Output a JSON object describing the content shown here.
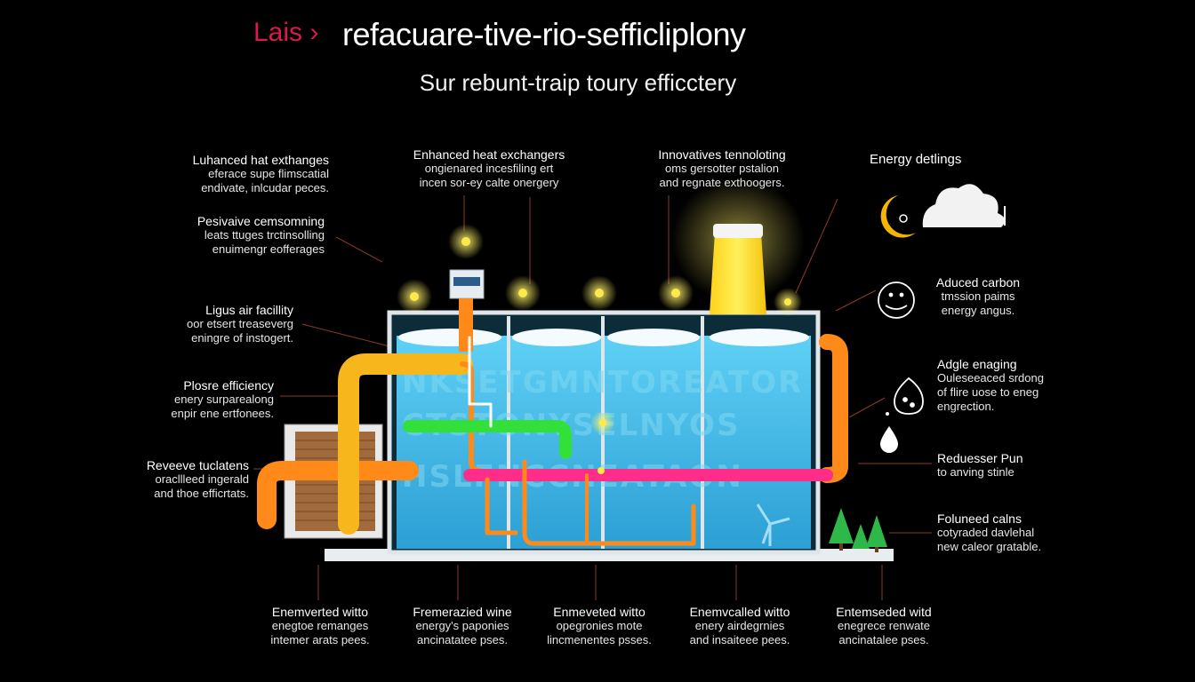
{
  "title": {
    "prefix": "Lais",
    "separator": "›",
    "main": "refacuare-tive-rio-sefficliplony"
  },
  "subtitle": "Sur rebunt-traip toury efficctery",
  "left_annotations": [
    {
      "heading": "Luhanced hat exthanges",
      "lines": [
        "eferace supe flimscatial",
        "endivate, inlcudar peces."
      ]
    },
    {
      "heading": "Pesivaive cemsomning",
      "lines": [
        "leats ttuges trctinsolling",
        "enuimengr eofferages"
      ]
    },
    {
      "heading": "Ligus air facillity",
      "lines": [
        "oor etsert treaseverg",
        "eningre of instogert."
      ]
    },
    {
      "heading": "Plosre efficiency",
      "lines": [
        "enery surparealong",
        "enpir ene ertfonees."
      ]
    },
    {
      "heading": "Reveeve tuclatens",
      "lines": [
        "oracllleed ingerald",
        "and thoe efficrtats."
      ]
    }
  ],
  "top_annotations": [
    {
      "heading": "Enhanced heat exchangers",
      "lines": [
        "ongienared incesfiling ert",
        "incen sor-ey calte onergery"
      ]
    },
    {
      "heading": "Innovatives tennoloting",
      "lines": [
        "oms gersotter pstalion",
        "and regnate exthoogers."
      ]
    }
  ],
  "right_annotations": [
    {
      "heading": "Energy detlings",
      "lines": []
    },
    {
      "heading": "Aduced carbon",
      "lines": [
        "tmssion paims",
        "energy angus."
      ]
    },
    {
      "heading": "Adgle enaging",
      "lines": [
        "Ouleseeaced srdong",
        "of flire uose to eneg",
        "engrection."
      ]
    },
    {
      "heading": "Reduesser Pun",
      "lines": [
        "to anving stinle"
      ]
    },
    {
      "heading": "Foluneed calns",
      "lines": [
        "cotyraded davlehal",
        "new caleor gratable."
      ]
    }
  ],
  "bottom_annotations": [
    {
      "heading": "Enemverted witto",
      "lines": [
        "enegtoe remanges",
        "intemer arats pees."
      ]
    },
    {
      "heading": "Fremerazied wine",
      "lines": [
        "energy's paponies",
        "ancinatatee pses."
      ]
    },
    {
      "heading": "Enmeveted witto",
      "lines": [
        "opegronies mote",
        "lincmenentes psses."
      ]
    },
    {
      "heading": "Enemvcalled witto",
      "lines": [
        "enery airdegrnies",
        "and insaiteee pees."
      ]
    },
    {
      "heading": "Entemseded witd",
      "lines": [
        "enegrece renwate",
        "ancinatalee pses."
      ]
    }
  ],
  "tank_text": {
    "row1": "NKSETGMNTOREATOR",
    "row2": "CTSTONYSELNYOS",
    "row3": "HSLFNCCNEATAON"
  },
  "colors": {
    "background": "#000000",
    "title_prefix": "#d81b4a",
    "water": "#3fb6e0",
    "pipe_yellow": "#f7b61c",
    "pipe_orange": "#ff8a1a",
    "pipe_pink": "#ff2d8a",
    "pipe_green": "#33e03a",
    "tank_frame": "#dfe6ea",
    "spark": "#ffe84a",
    "tree": "#2fb84a"
  },
  "icons": [
    "moon-icon",
    "cloud-icon",
    "face-icon",
    "flame-icon",
    "water-drop-icon",
    "tree-icon",
    "wind-turbine-icon",
    "spark-icon"
  ]
}
